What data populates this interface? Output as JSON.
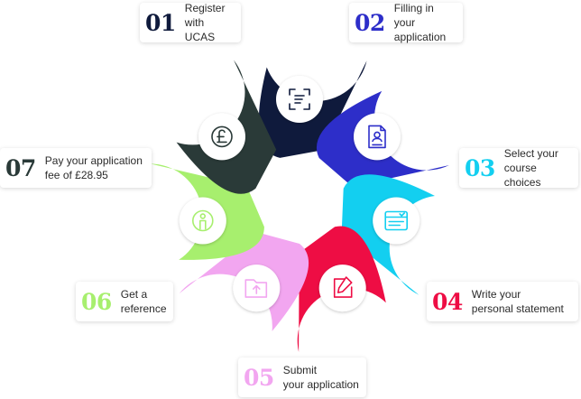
{
  "steps": [
    {
      "number": "01",
      "line1": "Register",
      "line2": "with UCAS",
      "color": "#0f1a3c",
      "icon": "scan-text-icon"
    },
    {
      "number": "02",
      "line1": "Filling in your",
      "line2": "application",
      "color": "#2d2ec9",
      "icon": "document-user-icon"
    },
    {
      "number": "03",
      "line1": "Select your",
      "line2": "course choices",
      "color": "#13cff0",
      "icon": "browser-window-icon"
    },
    {
      "number": "04",
      "line1": "Write your",
      "line2": "personal statement",
      "color": "#ee0d44",
      "icon": "edit-pencil-icon"
    },
    {
      "number": "05",
      "line1": "Submit",
      "line2": "your application",
      "color": "#f2a6f0",
      "icon": "folder-upload-icon"
    },
    {
      "number": "06",
      "line1": "Get a",
      "line2": "reference",
      "color": "#a7ef6e",
      "icon": "person-icon"
    },
    {
      "number": "07",
      "line1": "Pay your application",
      "line2": "fee of £28.95",
      "color": "#2a3a38",
      "icon": "pound-coin-icon"
    }
  ]
}
